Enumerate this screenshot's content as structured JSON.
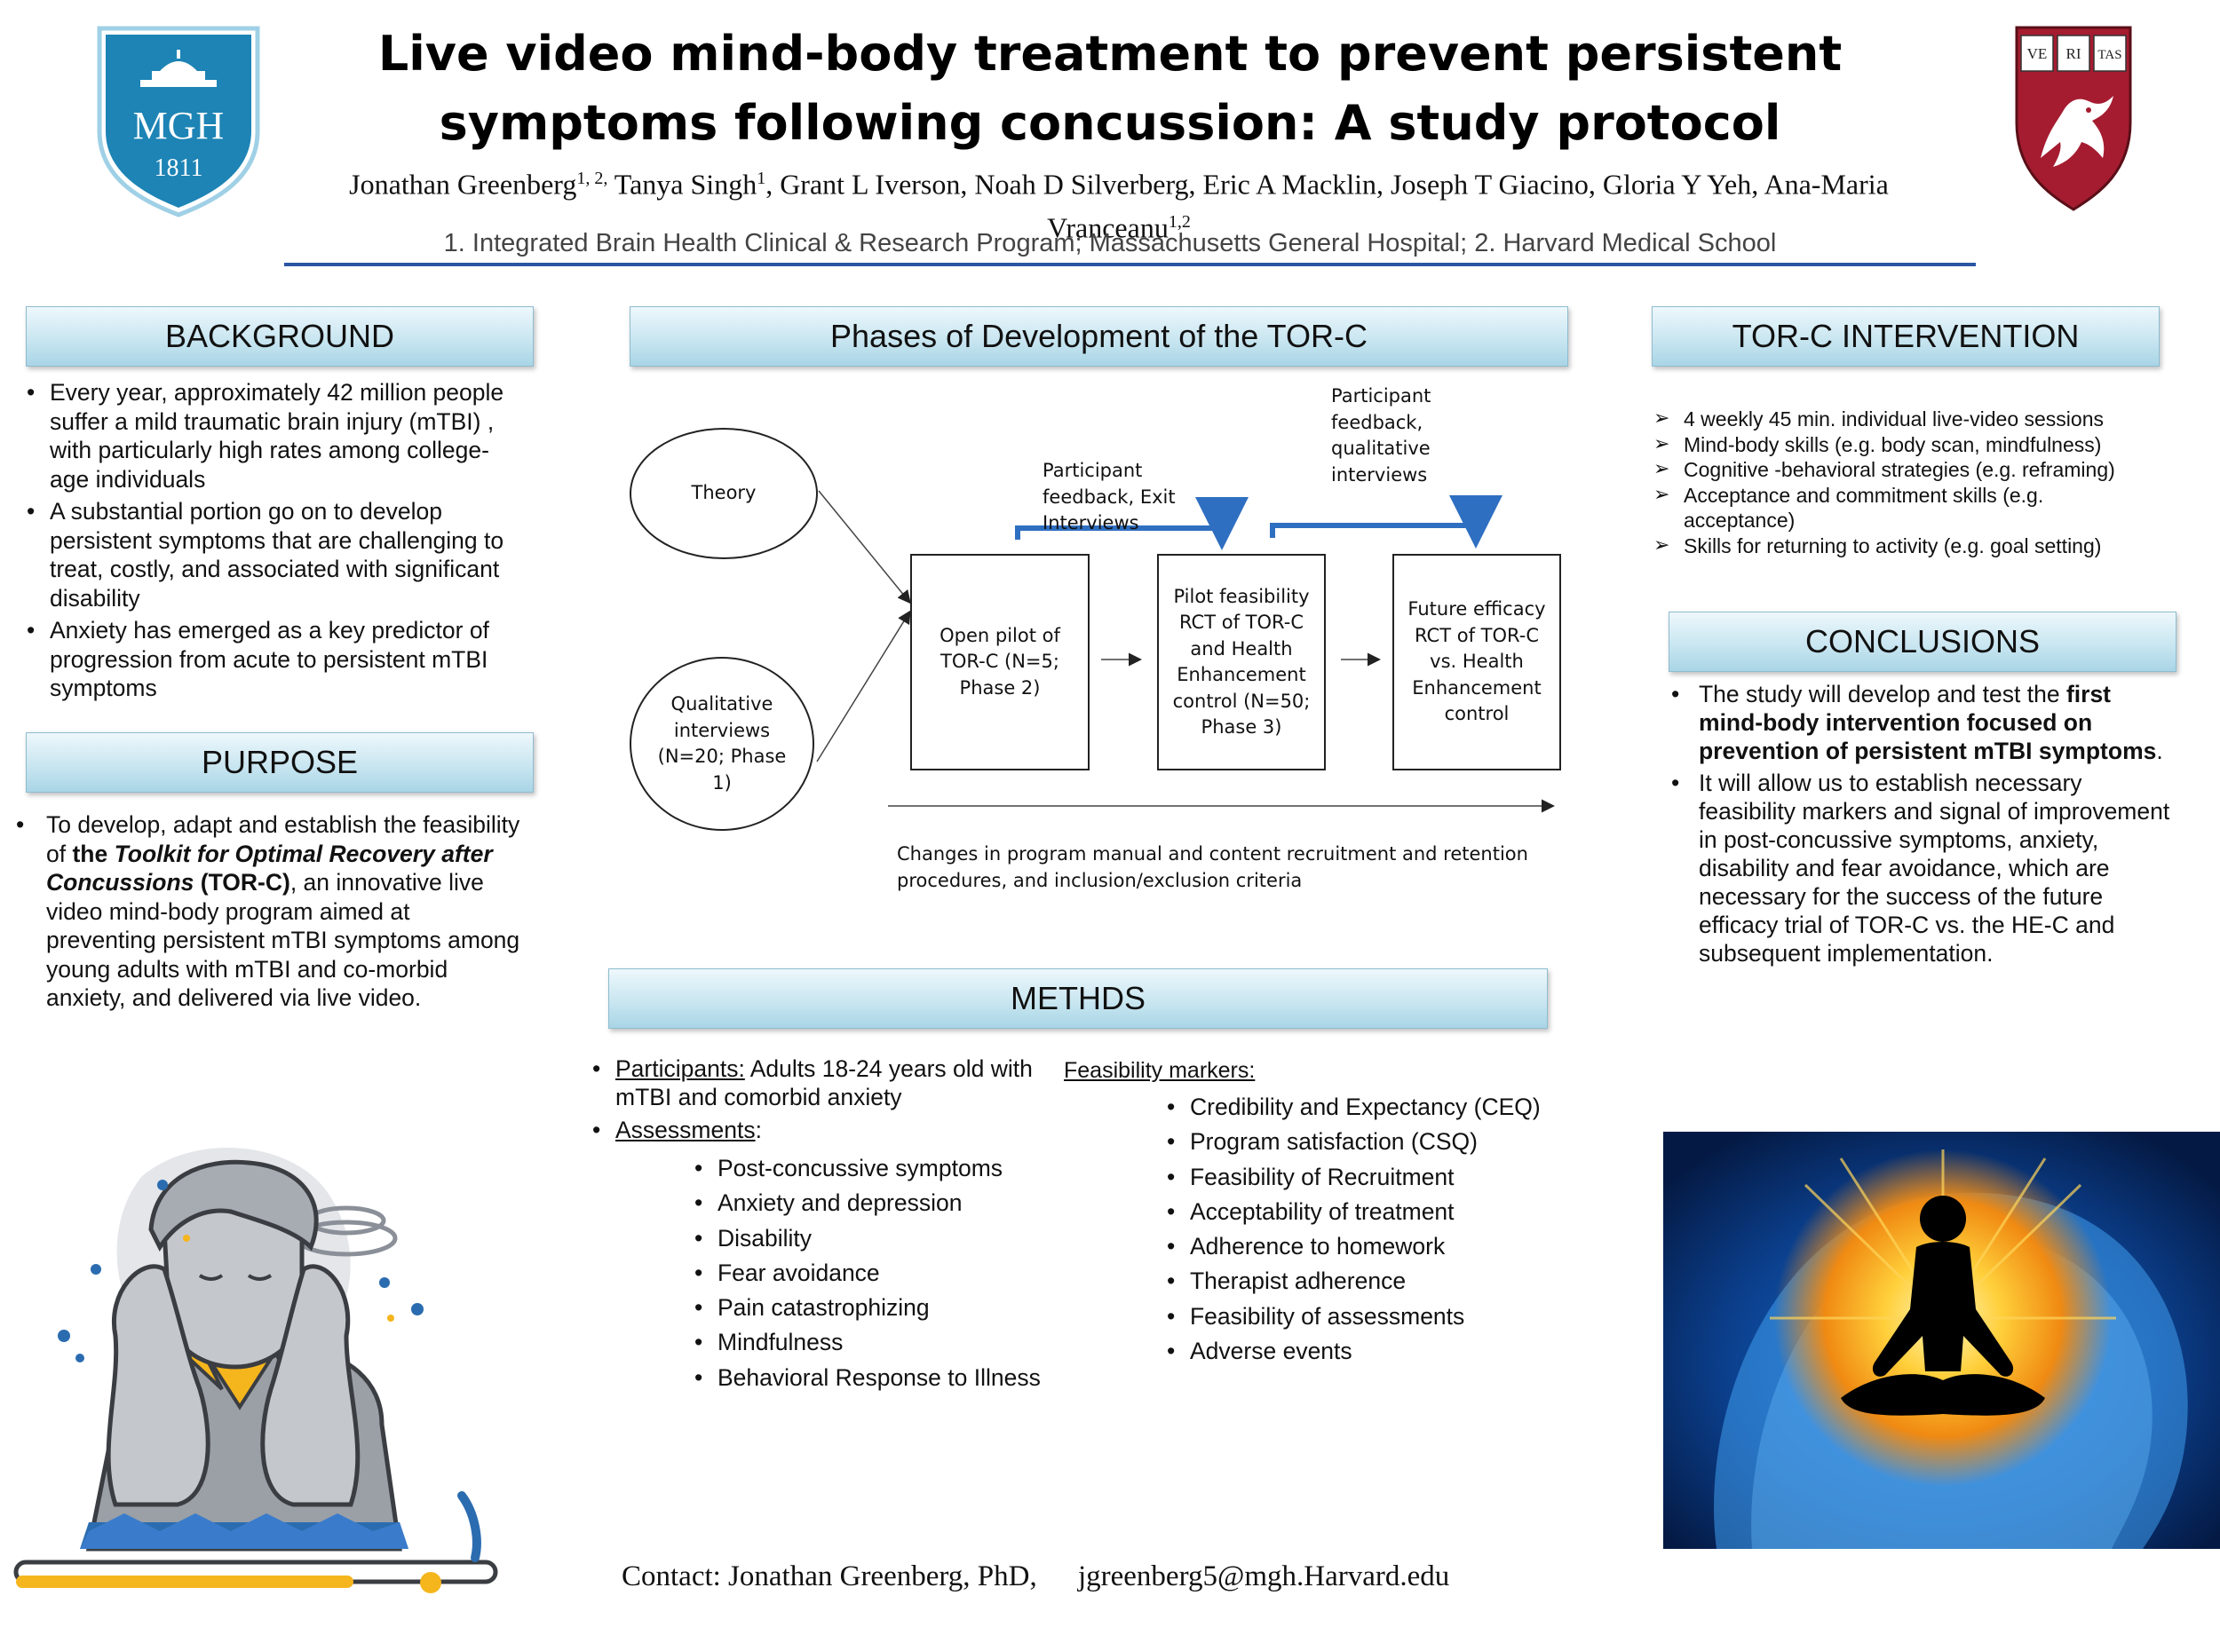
{
  "header": {
    "title": "Live video mind-body treatment to prevent persistent symptoms following concussion: A study protocol",
    "authors": [
      {
        "name": "Jonathan Greenberg",
        "sup": "1, 2,"
      },
      {
        "name": " Tanya Singh",
        "sup": "1"
      },
      {
        "name": ", Grant L Iverson, Noah D Silverberg, Eric A Macklin, Joseph T Giacino, Gloria Y Yeh,  Ana-Maria Vranceanu",
        "sup": "1,2"
      }
    ],
    "affiliations": "1. Integrated Brain Health Clinical & Research Program; Massachusetts General Hospital; 2. Harvard Medical School",
    "logo_left": {
      "text1": "MGH",
      "text2": "1811"
    },
    "logo_right": {
      "letters": [
        "VE",
        "RI",
        "TAS"
      ]
    }
  },
  "background": {
    "heading": "BACKGROUND",
    "items": [
      "Every year, approximately 42 million people suffer a mild traumatic brain injury (mTBI) , with particularly high rates among college-age individuals",
      "A substantial portion go on to develop persistent symptoms that are challenging to treat, costly, and associated with significant disability",
      "Anxiety has emerged as a key predictor of progression from acute to persistent mTBI symptoms"
    ]
  },
  "purpose": {
    "heading": "PURPOSE",
    "text_1": "To develop, adapt and establish the feasibility of ",
    "text_2": "the ",
    "text_3": "Toolkit for Optimal Recovery after Concussions",
    "text_4": " (TOR-C)",
    "text_5": ", an innovative live video mind-body program aimed at preventing persistent mTBI symptoms among young adults with mTBI and co-morbid anxiety, and delivered via live video."
  },
  "phases": {
    "heading": "Phases of Development of the TOR-C",
    "theory": "Theory",
    "qualitative": "Qualitative interviews (N=20; Phase 1)",
    "box1": "Open pilot of TOR-C (N=5; Phase 2)",
    "box2": "Pilot feasibility RCT of TOR-C and Health Enhancement control (N=50; Phase 3)",
    "box3": "Future efficacy RCT of TOR-C vs. Health Enhancement control",
    "feedback1": "Participant feedback, Exit Interviews",
    "feedback2": "Participant feedback, qualitative interviews",
    "changes": "Changes in program manual and content recruitment and retention procedures, and inclusion/exclusion criteria"
  },
  "methods": {
    "heading": "METHDS",
    "participants_label": "Participants:",
    "participants_text": " Adults 18-24 years old with mTBI and comorbid anxiety",
    "assessments_label": "Assessments",
    "assessments": [
      "Post-concussive symptoms",
      "Anxiety and depression",
      "Disability",
      "Fear avoidance",
      "Pain catastrophizing",
      "Mindfulness",
      "Behavioral Response to Illness"
    ],
    "feasibility_label": "Feasibility markers:",
    "feasibility": [
      "Credibility and Expectancy (CEQ)",
      "Program satisfaction (CSQ)",
      "Feasibility of Recruitment",
      "Acceptability of treatment",
      "Adherence to homework",
      "Therapist adherence",
      "Feasibility of assessments",
      "Adverse events"
    ]
  },
  "intervention": {
    "heading": "TOR-C INTERVENTION",
    "items": [
      "4 weekly 45 min. individual live-video sessions",
      "Mind-body skills (e.g. body scan, mindfulness)",
      "Cognitive -behavioral strategies (e.g. reframing)",
      "Acceptance and commitment skills (e.g. acceptance)",
      "Skills for returning to activity (e.g. goal setting)"
    ]
  },
  "conclusions": {
    "heading": "CONCLUSIONS",
    "item1_a": "The study will develop and test the ",
    "item1_b": "first mind-body intervention focused on prevention of persistent mTBI symptoms",
    "item1_c": ".",
    "item2": "It will allow us to establish necessary feasibility markers and signal of improvement in post-concussive symptoms, anxiety, disability and fear avoidance, which are necessary for the success of the future efficacy trial of TOR-C vs. the HE-C and subsequent implementation."
  },
  "contact": {
    "label": "Contact: Jonathan Greenberg, PhD,",
    "email": "jgreenberg5@mgh.Harvard.edu"
  },
  "colors": {
    "rule": "#2a55a3",
    "header_gradient_top": "#eef8fc",
    "header_gradient_bottom": "#a9d5e6",
    "mgh_blue": "#1d84b5",
    "harvard_red": "#a51c30",
    "arrow_blue": "#2f6fc1",
    "illustration_yellow": "#f5b51d"
  }
}
